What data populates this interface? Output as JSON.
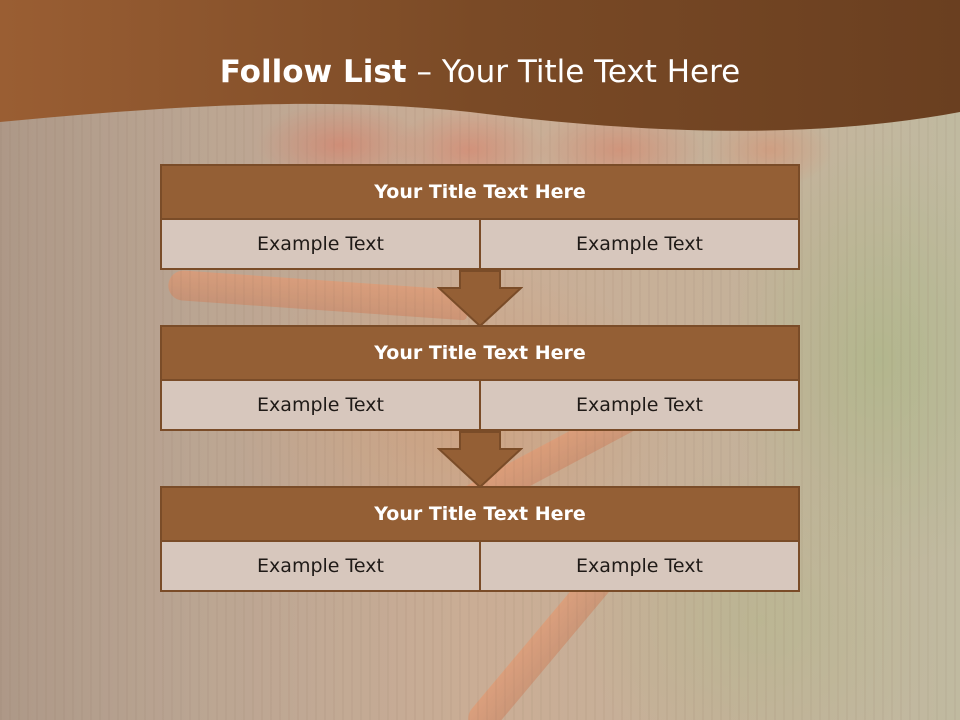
{
  "header": {
    "title_bold": "Follow List",
    "title_rest": "– Your Title Text Here"
  },
  "steps": [
    {
      "title": "Your Title Text Here",
      "left": "Example Text",
      "right": "Example Text"
    },
    {
      "title": "Your Title Text Here",
      "left": "Example Text",
      "right": "Example Text"
    },
    {
      "title": "Your Title Text Here",
      "left": "Example Text",
      "right": "Example Text"
    }
  ],
  "colors": {
    "banner": "#7a4a26",
    "header_fill": "#945f35",
    "cell_fill": "#d7c7bd",
    "border": "#7a4c28"
  },
  "icons": [
    "down-arrow-icon"
  ]
}
